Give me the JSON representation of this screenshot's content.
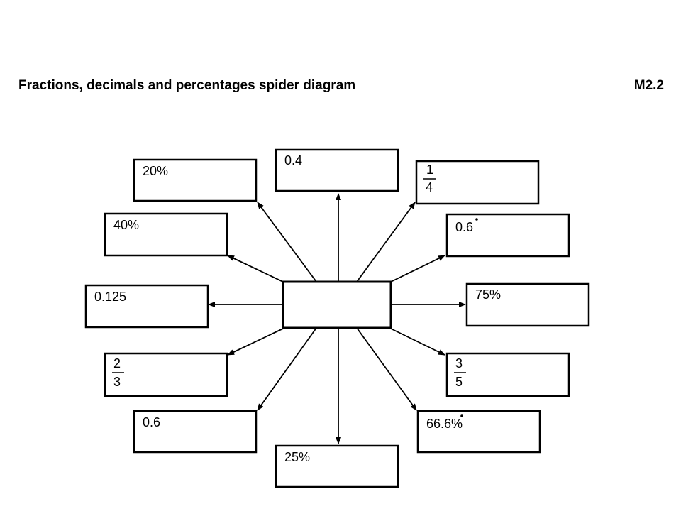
{
  "header": {
    "title": "Fractions, decimals and percentages spider diagram",
    "code": "M2.2"
  },
  "hub": {
    "label": ""
  },
  "boxes": [
    {
      "id": "top",
      "text": "0.4"
    },
    {
      "id": "top-right",
      "numerator": "1",
      "denominator": "4"
    },
    {
      "id": "right-upper",
      "text": "0.6",
      "recurring": "6"
    },
    {
      "id": "right",
      "text": "75%"
    },
    {
      "id": "right-lower",
      "numerator": "3",
      "denominator": "5"
    },
    {
      "id": "bottom-right",
      "text": "66.6%",
      "recurring": "6"
    },
    {
      "id": "bottom",
      "text": "25%"
    },
    {
      "id": "bottom-left",
      "text": "0.6"
    },
    {
      "id": "left-lower",
      "numerator": "2",
      "denominator": "3"
    },
    {
      "id": "left",
      "text": "0.125"
    },
    {
      "id": "left-upper",
      "text": "40%"
    },
    {
      "id": "top-left",
      "text": "20%"
    }
  ]
}
